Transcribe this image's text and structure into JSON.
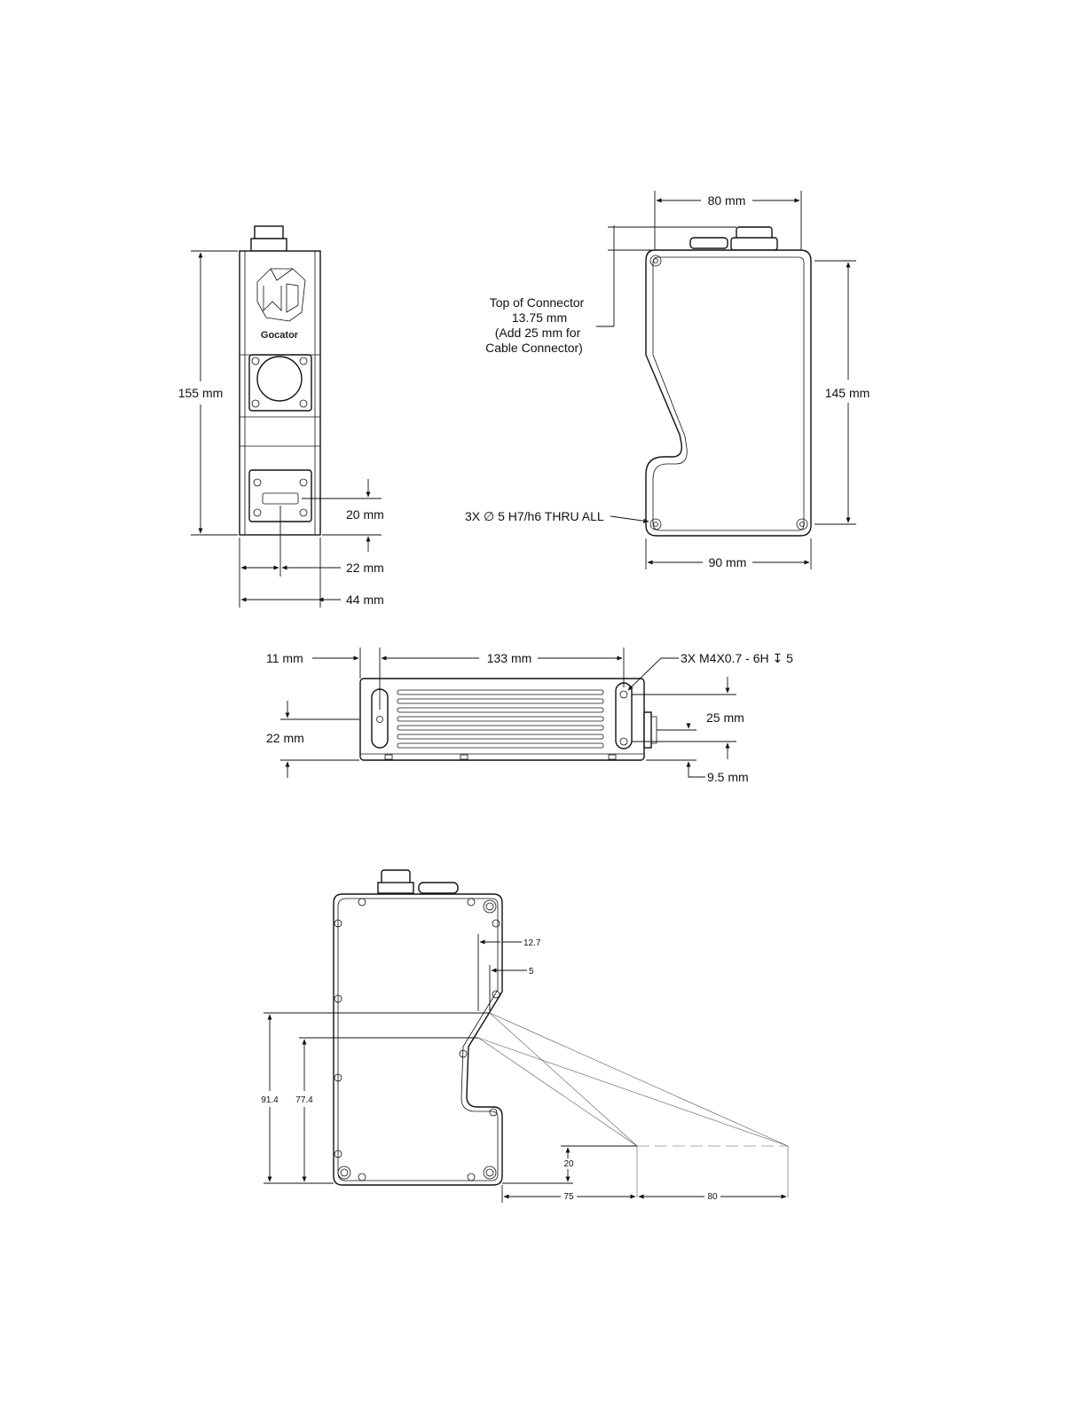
{
  "front_view": {
    "height_label": "155 mm",
    "connector_offset_label": "20 mm",
    "center_width_label": "22 mm",
    "width_label": "44 mm",
    "brand_text": "Gocator"
  },
  "side_view": {
    "width_top_label": "80 mm",
    "connector_note": [
      "Top of Connector",
      "13.75 mm",
      "(Add 25 mm for",
      "Cable Connector)"
    ],
    "height_label": "145 mm",
    "hole_callout": "3X ∅ 5 H7/h6 THRU ALL",
    "width_bottom_label": "90 mm"
  },
  "bottom_view": {
    "left_offset_label": "11 mm",
    "hole_spacing_label": "133 mm",
    "thread_callout": "3X M4X0.7 - 6H ↧ 5",
    "left_height_label": "22 mm",
    "right_spacing_label": "25 mm",
    "right_offset_label": "9.5 mm"
  },
  "optical_view": {
    "dim_12_7": "12.7",
    "dim_5": "5",
    "dim_91_4": "91.4",
    "dim_77_4": "77.4",
    "dim_20": "20",
    "dim_75": "75",
    "dim_80": "80"
  }
}
